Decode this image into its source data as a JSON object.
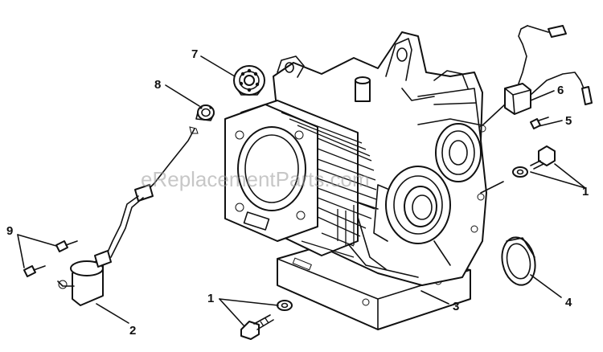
{
  "diagram": {
    "watermark": "eReplacementParts.com",
    "callouts": [
      "1",
      "1",
      "2",
      "3",
      "4",
      "5",
      "6",
      "7",
      "8",
      "9"
    ]
  }
}
